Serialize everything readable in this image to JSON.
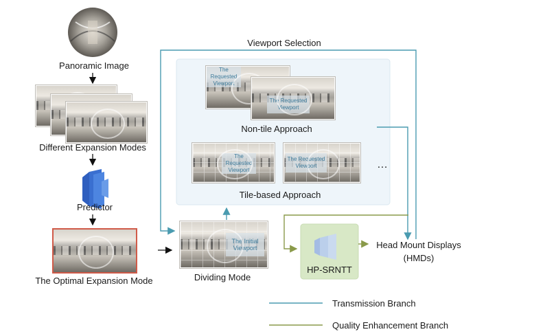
{
  "colors": {
    "transmission": "#4a9bb0",
    "quality_enhancement": "#8a9a4a",
    "tile_box": "#eef5fa",
    "hp_box": "#d8e8c6",
    "predictor": "#3a6fd0",
    "optimal_border": "#d05a48"
  },
  "labels": {
    "panoramic_image": "Panoramic Image",
    "different_modes": "Different Expansion Modes",
    "predictor": "Predictor",
    "optimal_mode": "The Optimal Expansion Mode",
    "viewport_selection": "Viewport Selection",
    "non_tile": "Non-tile Approach",
    "tile_based": "Tile-based Approach",
    "dividing_mode": "Dividing Mode",
    "hp_srntt": "HP-SRNTT",
    "hmd_line1": "Head Mount Displays",
    "hmd_line2": "(HMDs)",
    "ellipsis": "…",
    "requested_viewport": "The Requested Viewport",
    "initial_viewport": "The Initial Viewport"
  },
  "legend": [
    {
      "label": "Transmission Branch",
      "color_key": "transmission"
    },
    {
      "label": "Quality Enhancement Branch",
      "color_key": "quality_enhancement"
    }
  ]
}
